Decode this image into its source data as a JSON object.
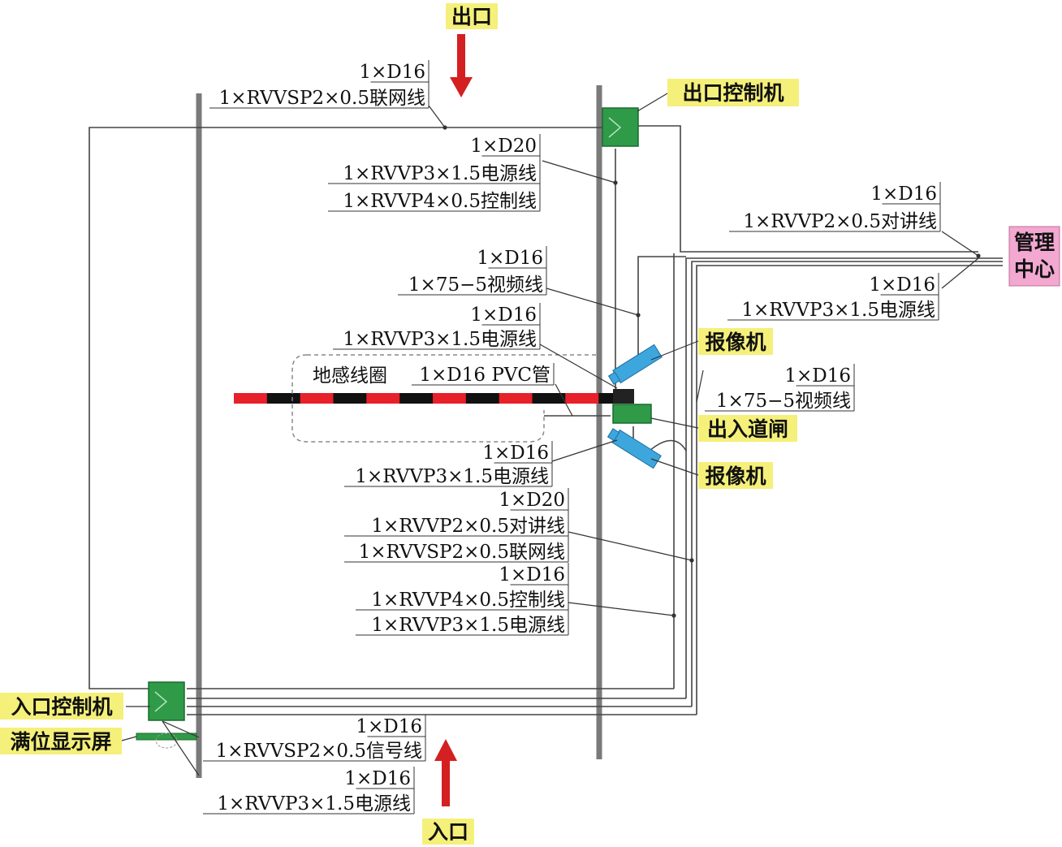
{
  "colors": {
    "tag_bg": "#f5f07a",
    "center_bg": "#f2a8d0",
    "arrow": "#d42020",
    "device_green": "#2f9a47",
    "camera_blue": "#3da6dd",
    "pole": "#7a7a7a",
    "boom_red": "#e8202a",
    "boom_black": "#111111"
  },
  "tags": {
    "exit": "出口",
    "entry": "入口",
    "exit_controller": "出口控制机",
    "entry_controller": "入口控制机",
    "full_display": "满位显示屏",
    "camera_top": "报像机",
    "camera_bottom": "报像机",
    "barrier": "出入道闸",
    "center_line1": "管理",
    "center_line2": "中心",
    "loop": "地感线圈"
  },
  "cables": {
    "a": [
      "1×D16",
      "1×RVVSP2×0.5联网线"
    ],
    "b": [
      "1×D20",
      "1×RVVP3×1.5电源线",
      "1×RVVP4×0.5控制线"
    ],
    "c": [
      "1×D16",
      "1×RVVP2×0.5对讲线"
    ],
    "d": [
      "1×D16",
      "1×RVVP3×1.5电源线"
    ],
    "e": [
      "1×D16",
      "1×75−5视频线"
    ],
    "f": [
      "1×D16",
      "1×RVVP3×1.5电源线"
    ],
    "g": [
      "1×D16 PVC管"
    ],
    "h": [
      "1×D16",
      "1×75−5视频线"
    ],
    "i": [
      "1×D16",
      "1×RVVP3×1.5电源线"
    ],
    "j": [
      "1×D20",
      "1×RVVP2×0.5对讲线",
      "1×RVVSP2×0.5联网线"
    ],
    "k": [
      "1×D16",
      "1×RVVP4×0.5控制线",
      "1×RVVP3×1.5电源线"
    ],
    "l": [
      "1×D16",
      "1×RVVSP2×0.5信号线"
    ],
    "m": [
      "1×D16",
      "1×RVVP3×1.5电源线"
    ]
  }
}
